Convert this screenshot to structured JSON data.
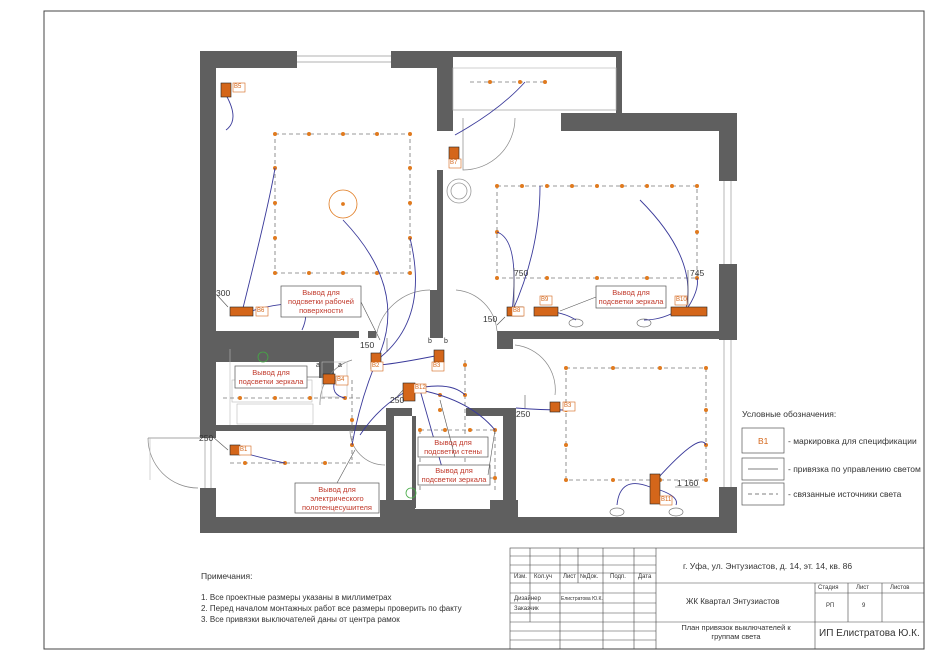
{
  "plan": {
    "callouts": [
      "Вывод для\nподсветки рабочей\nповерхности",
      "Вывод для\nподсветки зеркала",
      "Вывод для\nподсветки зеркала",
      "Вывод для\nподсветки стены",
      "Вывод для\nподсветки зеркала",
      "Вывод для\nэлектрического\nполотенцесушителя"
    ],
    "dimensions": [
      "300",
      "750",
      "745",
      "150",
      "150",
      "250",
      "250",
      "250",
      "1 160"
    ],
    "switch_labels": [
      "B5",
      "B7",
      "B8",
      "B9",
      "B10",
      "B6",
      "B1",
      "B4",
      "B2",
      "B3",
      "B12",
      "B11",
      "B3"
    ],
    "small_letters": [
      "a",
      "a",
      "b",
      "b"
    ]
  },
  "legend": {
    "title": "Условные обозначения:",
    "items": [
      {
        "symbol": "B1",
        "text": "- маркировка для спецификации"
      },
      {
        "symbol": "",
        "text": "- привязка по управлению светом"
      },
      {
        "symbol": "",
        "text": "- связанные источники света"
      }
    ]
  },
  "notes": {
    "title": "Примечания:",
    "items": [
      "1. Все проектные размеры указаны в миллиметрах",
      "2. Перед началом монтажных работ все размеры проверить по факту",
      "3. Все привязки выключателей даны от центра рамок"
    ]
  },
  "stamp": {
    "address": "г. Уфа, ул. Энтузиастов, д. 14, эт. 14, кв. 86",
    "headers": [
      "Изм.",
      "Кол.уч",
      "Лист",
      "№Док.",
      "Подп.",
      "Дата"
    ],
    "designer_label": "Дизайнер",
    "designer_name": "Елистратова Ю.К.",
    "client_label": "Заказчик",
    "project": "ЖК Квартал Энтузиастов",
    "sheet_title": "План привязок выключателей к группам света",
    "stage_label": "Стадия",
    "sheet_label": "Лист",
    "sheets_label": "Листов",
    "stage": "РП",
    "sheet": "9",
    "company": "ИП Елистратова Ю.К."
  },
  "colors": {
    "wall": "#5f5f5f",
    "accent": "#e07a1f",
    "switch": "#d4661a",
    "link": "#3a3a9a",
    "label": "#c0392b"
  }
}
